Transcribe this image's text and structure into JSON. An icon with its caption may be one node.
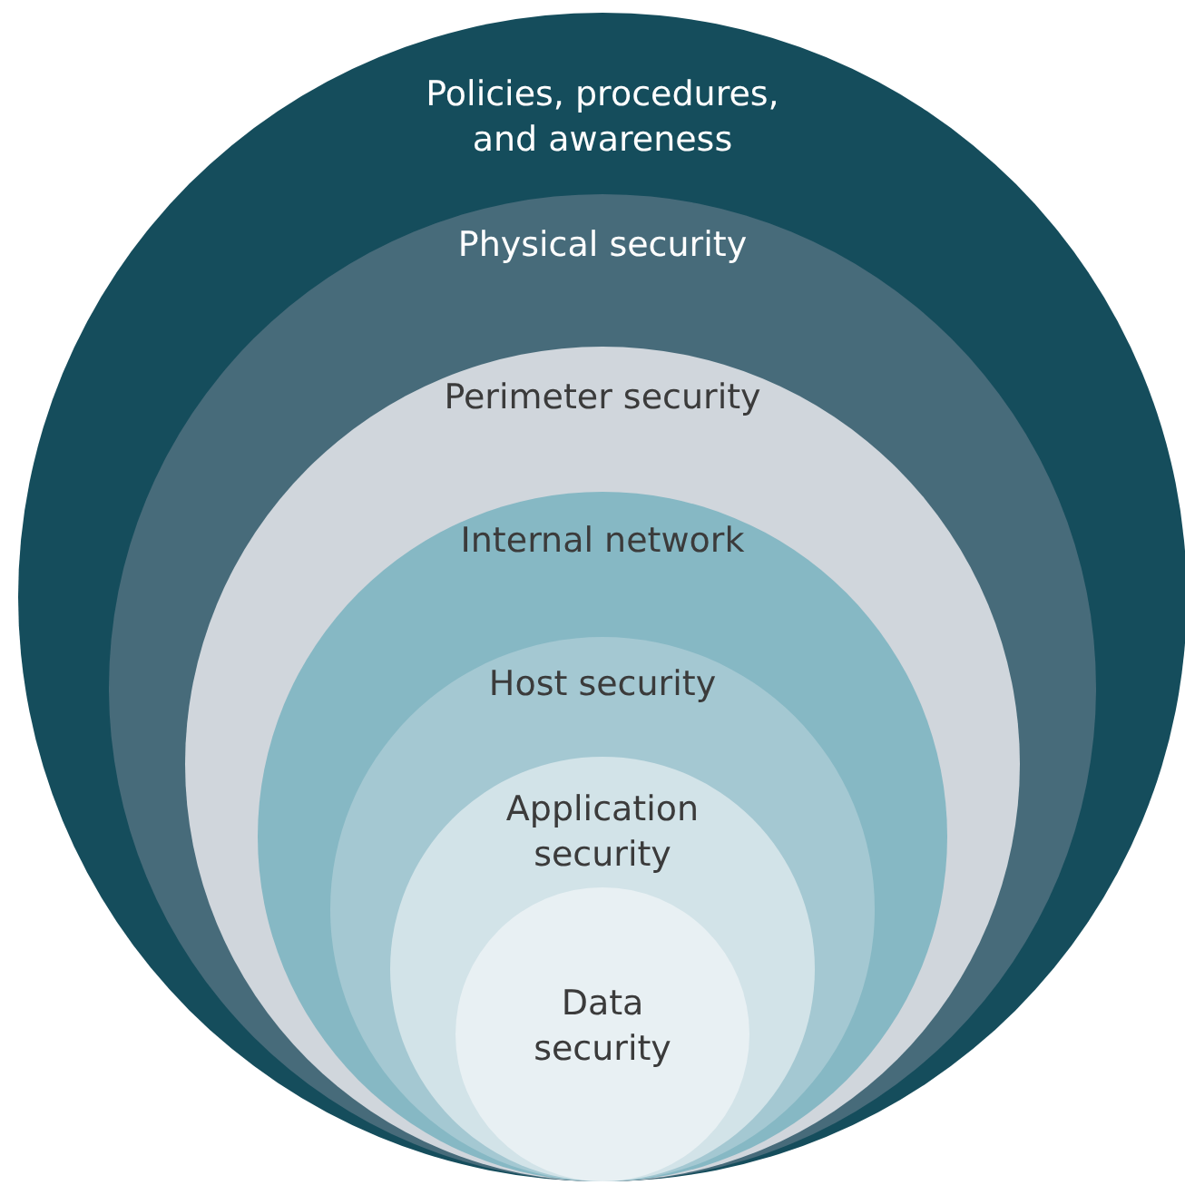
{
  "diagram": {
    "nodes": [
      {
        "text": [
          "Policies, procedures, and awareness"
        ]
      },
      {
        "text": [
          "Physical security"
        ],
        "in": 0
      },
      {
        "text": [
          "Perimeter security"
        ],
        "in": 1
      },
      {
        "text": [
          "Internal network"
        ],
        "in": 2
      },
      {
        "text": [
          "Host security"
        ],
        "in": 3
      },
      {
        "text": [
          "Application security"
        ],
        "in": 4
      },
      {
        "text": [
          "Data security"
        ],
        "in": 5
      }
    ]
  }
}
